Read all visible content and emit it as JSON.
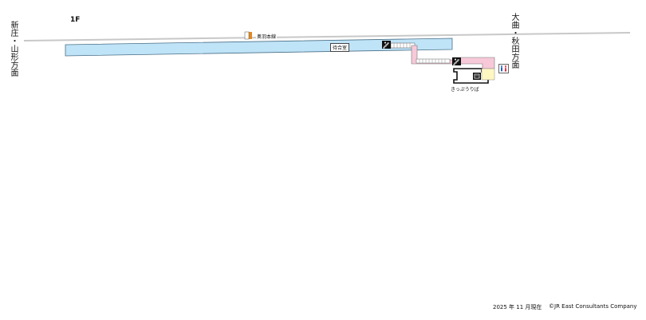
{
  "floor": {
    "label": "1F"
  },
  "directions": {
    "left": "新庄・山形方面",
    "right": "大曲・秋田方面"
  },
  "railway": {
    "line_name": "奥羽本線"
  },
  "rooms": {
    "waiting_room": "待合室"
  },
  "ticket": {
    "label": "きっぷうりば"
  },
  "icons": {
    "stairs": "stairs-icon",
    "toilet": "toilet-icon",
    "ticket_machine": "ticket-machine-icon"
  },
  "colors": {
    "platform": "#bfe3f7",
    "concourse": "#f7c9d8",
    "ticket_area": "#fff7c2",
    "track": "#c8c8c8",
    "line_marker": "#e08a1e"
  },
  "footer": {
    "date": "2025 年 11 月現在",
    "copyright": "©JR East Consultants Company"
  }
}
